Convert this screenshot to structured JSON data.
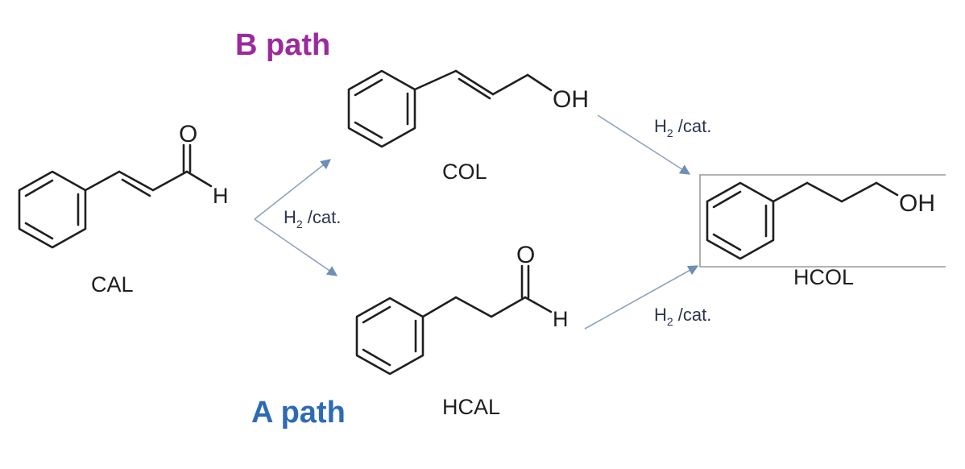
{
  "paths": {
    "b_label": "B path",
    "a_label": "A path",
    "b_color": "#9b2a9c",
    "a_color": "#2e6bb5"
  },
  "compounds": {
    "cal": {
      "label": "CAL",
      "o_atom": "O",
      "h_atom": "H"
    },
    "col": {
      "label": "COL",
      "oh_group": "OH"
    },
    "hcal": {
      "label": "HCAL",
      "o_atom": "O",
      "h_atom": "H"
    },
    "hcol": {
      "label": "HCOL",
      "oh_group": "OH"
    }
  },
  "conditions": {
    "reagent": "H",
    "reagent_subscript": "2",
    "reagent_rest": " /cat."
  }
}
